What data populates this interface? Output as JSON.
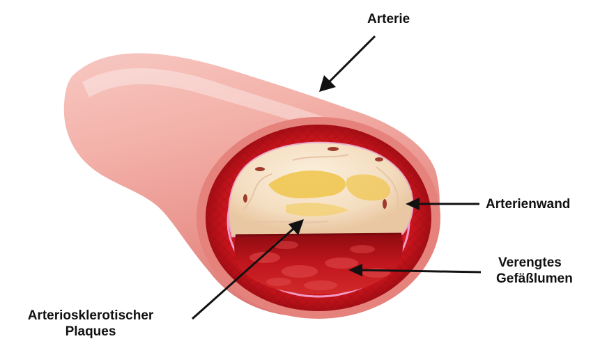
{
  "diagram": {
    "labels": {
      "artery": "Arterie",
      "artery_wall": "Arterienwand",
      "narrowed_lumen_line1": "Verengtes",
      "narrowed_lumen_line2": "Gefäßlumen",
      "plaque_line1": "Arteriosklerotischer",
      "plaque_line2": "Plaques"
    },
    "colors": {
      "tube_outer": "#e98a8a",
      "tube_highlight": "#fbdcd7",
      "wall_red": "#c8141c",
      "wall_dark": "#8e0d12",
      "plaque_cream": "#f6e3c8",
      "plaque_yellow": "#f0c44a",
      "lumen_red": "#b80f16",
      "membrane_pink": "#f29ac4",
      "arrow": "#111111"
    }
  }
}
